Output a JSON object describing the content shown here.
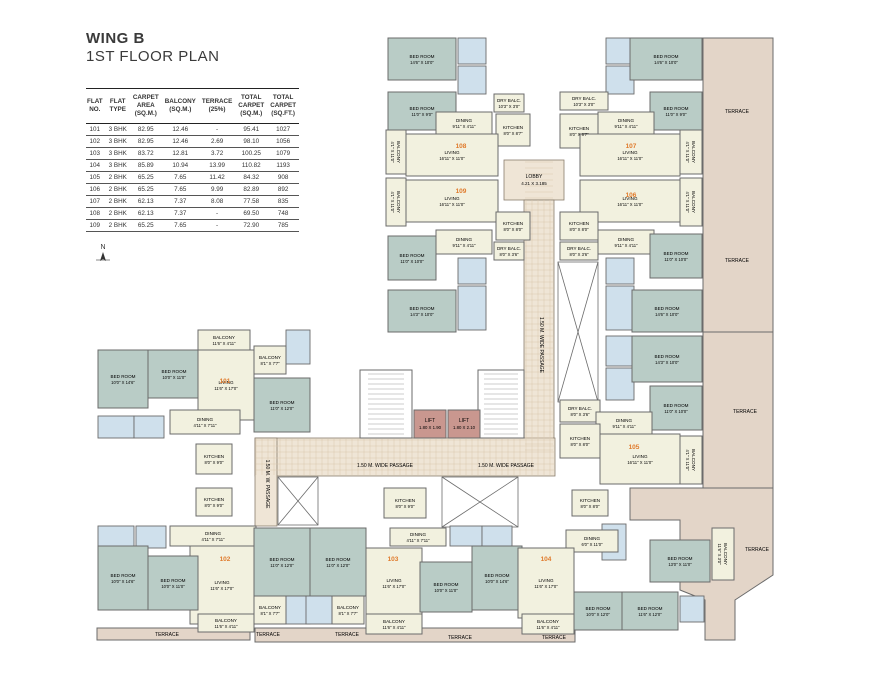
{
  "header": {
    "wing": "WING B",
    "floor": "1ST FLOOR PLAN"
  },
  "table": {
    "headers": [
      [
        "FLAT",
        "NO."
      ],
      [
        "FLAT",
        "TYPE"
      ],
      [
        "CARPET",
        "AREA",
        "(SQ.M.)"
      ],
      [
        "BALCONY",
        "(SQ.M.)"
      ],
      [
        "TERRACE",
        "(25%)"
      ],
      [
        "TOTAL",
        "CARPET",
        "(SQ.M.)"
      ],
      [
        "TOTAL",
        "CARPET",
        "(SQ.FT.)"
      ]
    ],
    "rows": [
      [
        "101",
        "3 BHK",
        "82.95",
        "12.46",
        "-",
        "95.41",
        "1027"
      ],
      [
        "102",
        "3 BHK",
        "82.95",
        "12.46",
        "2.69",
        "98.10",
        "1056"
      ],
      [
        "103",
        "3 BHK",
        "83.72",
        "12.81",
        "3.72",
        "100.25",
        "1079"
      ],
      [
        "104",
        "3 BHK",
        "85.89",
        "10.94",
        "13.99",
        "110.82",
        "1193"
      ],
      [
        "105",
        "2 BHK",
        "65.25",
        "7.65",
        "11.42",
        "84.32",
        "908"
      ],
      [
        "106",
        "2 BHK",
        "65.25",
        "7.65",
        "9.99",
        "82.89",
        "892"
      ],
      [
        "107",
        "2 BHK",
        "62.13",
        "7.37",
        "8.08",
        "77.58",
        "835"
      ],
      [
        "108",
        "2 BHK",
        "62.13",
        "7.37",
        "-",
        "69.50",
        "748"
      ],
      [
        "109",
        "2 BHK",
        "65.25",
        "7.65",
        "-",
        "72.90",
        "785"
      ]
    ]
  },
  "north_label": "N",
  "colors": {
    "bedroom": "#b9ccc6",
    "living": "#f2f1df",
    "toilet": "#cfe0ec",
    "terrace": "#e3d5c8",
    "passage": "#efe5d6",
    "lift": "#c9978f",
    "wall": "#6b6b6b",
    "flatnum": "#e07a2b"
  },
  "labels": {
    "lobby": "LOBBY",
    "lobby_dim": "4.21 X 3.185",
    "lift1": "LIFT",
    "lift1_dim": "1.80 X 1.90",
    "lift2": "LIFT",
    "lift2_dim": "1.80 X 2.10",
    "passage_left": "1.50 M. WIDE PASSAGE",
    "passage_right": "1.50 M. WIDE PASSAGE",
    "passage_vert": "1.50 M. WIDE PASSAGE",
    "passage_vert_left": "1.50 M. W. PASSAGE",
    "terrace": "TERRACE"
  },
  "flats": {
    "f101": "101",
    "f102": "102",
    "f103": "103",
    "f104": "104",
    "f105": "105",
    "f106": "106",
    "f107": "107",
    "f108": "108",
    "f109": "109"
  },
  "rooms": [
    {
      "id": "r108_bed1",
      "name": "BED ROOM",
      "dim": "14'6\" X 10'0\""
    },
    {
      "id": "r108_bed2",
      "name": "BED ROOM",
      "dim": "11'0\" X 9'0\""
    },
    {
      "id": "r108_dry",
      "name": "DRY BALC.",
      "dim": "10'3\" X 3'0\""
    },
    {
      "id": "r108_din",
      "name": "DINING",
      "dim": "9'11\" X 4'11\""
    },
    {
      "id": "r108_kit",
      "name": "KITCHEN",
      "dim": "8'0\" X 8'7\""
    },
    {
      "id": "r108_liv",
      "name": "LIVING",
      "dim": "16'11\" X 11'0\""
    },
    {
      "id": "r108_bal",
      "name": "BALCONY",
      "dim": "4'1\" X 11'0\""
    },
    {
      "id": "r109_bal",
      "name": "BALCONY",
      "dim": "4'1\" X 11'0\""
    },
    {
      "id": "r109_liv",
      "name": "LIVING",
      "dim": "16'11\" X 11'0\""
    },
    {
      "id": "r109_kit",
      "name": "KITCHEN",
      "dim": "8'0\" X 8'0\""
    },
    {
      "id": "r109_din",
      "name": "DINING",
      "dim": "9'11\" X 4'11\""
    },
    {
      "id": "r109_dry",
      "name": "DRY BALC.",
      "dim": "8'0\" X 3'6\""
    },
    {
      "id": "r109_bed1",
      "name": "BED ROOM",
      "dim": "11'0\" X 10'0\""
    },
    {
      "id": "r109_bed2",
      "name": "BED ROOM",
      "dim": "14'3\" X 10'0\""
    },
    {
      "id": "r107_bed1",
      "name": "BED ROOM",
      "dim": "14'6\" X 10'0\""
    },
    {
      "id": "r107_bed2",
      "name": "BED ROOM",
      "dim": "11'0\" X 9'0\""
    },
    {
      "id": "r107_dry",
      "name": "DRY BALC.",
      "dim": "10'3\" X 3'0\""
    },
    {
      "id": "r107_kit",
      "name": "KITCHEN",
      "dim": "8'0\" X 8'7\""
    },
    {
      "id": "r107_din",
      "name": "DINING",
      "dim": "9'11\" X 4'11\""
    },
    {
      "id": "r107_liv",
      "name": "LIVING",
      "dim": "16'11\" X 11'0\""
    },
    {
      "id": "r107_bal",
      "name": "BALCONY",
      "dim": "4'1\" X 11'0\""
    },
    {
      "id": "r106_bal",
      "name": "BALCONY",
      "dim": "4'1\" X 11'0\""
    },
    {
      "id": "r106_liv",
      "name": "LIVING",
      "dim": "16'11\" X 11'0\""
    },
    {
      "id": "r106_kit",
      "name": "KITCHEN",
      "dim": "8'0\" X 8'0\""
    },
    {
      "id": "r106_din",
      "name": "DINING",
      "dim": "9'11\" X 4'11\""
    },
    {
      "id": "r106_dry",
      "name": "DRY BALC.",
      "dim": "8'0\" X 3'6\""
    },
    {
      "id": "r106_bed1",
      "name": "BED ROOM",
      "dim": "11'0\" X 10'0\""
    },
    {
      "id": "r106_bed2",
      "name": "BED ROOM",
      "dim": "14'6\" X 10'0\""
    },
    {
      "id": "r105_bed1",
      "name": "BED ROOM",
      "dim": "14'3\" X 10'0\""
    },
    {
      "id": "r105_bed2",
      "name": "BED ROOM",
      "dim": "11'0\" X 10'0\""
    },
    {
      "id": "r105_dry",
      "name": "DRY BALC.",
      "dim": "8'0\" X 3'6\""
    },
    {
      "id": "r105_din",
      "name": "DINING",
      "dim": "9'11\" X 4'11\""
    },
    {
      "id": "r105_kit",
      "name": "KITCHEN",
      "dim": "8'0\" X 8'0\""
    },
    {
      "id": "r105_liv",
      "name": "LIVING",
      "dim": "16'11\" X 11'0\""
    },
    {
      "id": "r105_bal",
      "name": "BALCONY",
      "dim": "4'1\" X 11'0\""
    },
    {
      "id": "r101_balt",
      "name": "BALCONY",
      "dim": "11'6\" X 4'11\""
    },
    {
      "id": "r101_bed1",
      "name": "BED ROOM",
      "dim": "10'0\" X 14'6\""
    },
    {
      "id": "r101_bed2",
      "name": "BED ROOM",
      "dim": "10'0\" X 11'0\""
    },
    {
      "id": "r101_liv",
      "name": "LIVING",
      "dim": "11'6\" X 17'0\""
    },
    {
      "id": "r101_balr",
      "name": "BALCONY",
      "dim": "8'1\" X 7'7\""
    },
    {
      "id": "r101_bed3",
      "name": "BED ROOM",
      "dim": "11'0\" X 12'0\""
    },
    {
      "id": "r101_din",
      "name": "DINING",
      "dim": "4'11\" X 7'11\""
    },
    {
      "id": "r101_kit",
      "name": "KITCHEN",
      "dim": "8'0\" X 9'0\""
    },
    {
      "id": "r102_kit",
      "name": "KITCHEN",
      "dim": "8'0\" X 9'0\""
    },
    {
      "id": "r102_din",
      "name": "DINING",
      "dim": "4'11\" X 7'11\""
    },
    {
      "id": "r102_liv",
      "name": "LIVING",
      "dim": "11'6\" X 17'0\""
    },
    {
      "id": "r102_bed1",
      "name": "BED ROOM",
      "dim": "10'0\" X 14'6\""
    },
    {
      "id": "r102_bed2",
      "name": "BED ROOM",
      "dim": "10'0\" X 11'0\""
    },
    {
      "id": "r102_bed3",
      "name": "BED ROOM",
      "dim": "11'0\" X 12'0\""
    },
    {
      "id": "r102_balb",
      "name": "BALCONY",
      "dim": "11'6\" X 4'11\""
    },
    {
      "id": "r102_balr",
      "name": "BALCONY",
      "dim": "8'1\" X 7'7\""
    },
    {
      "id": "r103_bed3",
      "name": "BED ROOM",
      "dim": "11'0\" X 12'0\""
    },
    {
      "id": "r103_kit",
      "name": "KITCHEN",
      "dim": "8'0\" X 9'0\""
    },
    {
      "id": "r103_din",
      "name": "DINING",
      "dim": "4'11\" X 7'11\""
    },
    {
      "id": "r103_liv",
      "name": "LIVING",
      "dim": "11'6\" X 17'0\""
    },
    {
      "id": "r103_bed1",
      "name": "BED ROOM",
      "dim": "10'0\" X 11'0\""
    },
    {
      "id": "r103_bed2",
      "name": "BED ROOM",
      "dim": "10'0\" X 14'6\""
    },
    {
      "id": "r103_balb",
      "name": "BALCONY",
      "dim": "11'6\" X 4'11\""
    },
    {
      "id": "r103_ball",
      "name": "BALCONY",
      "dim": "8'1\" X 7'7\""
    },
    {
      "id": "r104_kit",
      "name": "KITCHEN",
      "dim": "8'0\" X 8'0\""
    },
    {
      "id": "r104_din",
      "name": "DINING",
      "dim": "6'0\" X 11'0\""
    },
    {
      "id": "r104_liv",
      "name": "LIVING",
      "dim": "11'6\" X 17'0\""
    },
    {
      "id": "r104_bed1",
      "name": "BED ROOM",
      "dim": "13'0\" X 11'0\""
    },
    {
      "id": "r104_bed2",
      "name": "BED ROOM",
      "dim": "10'0\" X 12'0\""
    },
    {
      "id": "r104_bed3",
      "name": "BED ROOM",
      "dim": "11'6\" X 12'0\""
    },
    {
      "id": "r104_balb",
      "name": "BALCONY",
      "dim": "11'6\" X 4'11\""
    },
    {
      "id": "r104_balr",
      "name": "BALCONY",
      "dim": "11'6\" X 3'0\""
    }
  ]
}
